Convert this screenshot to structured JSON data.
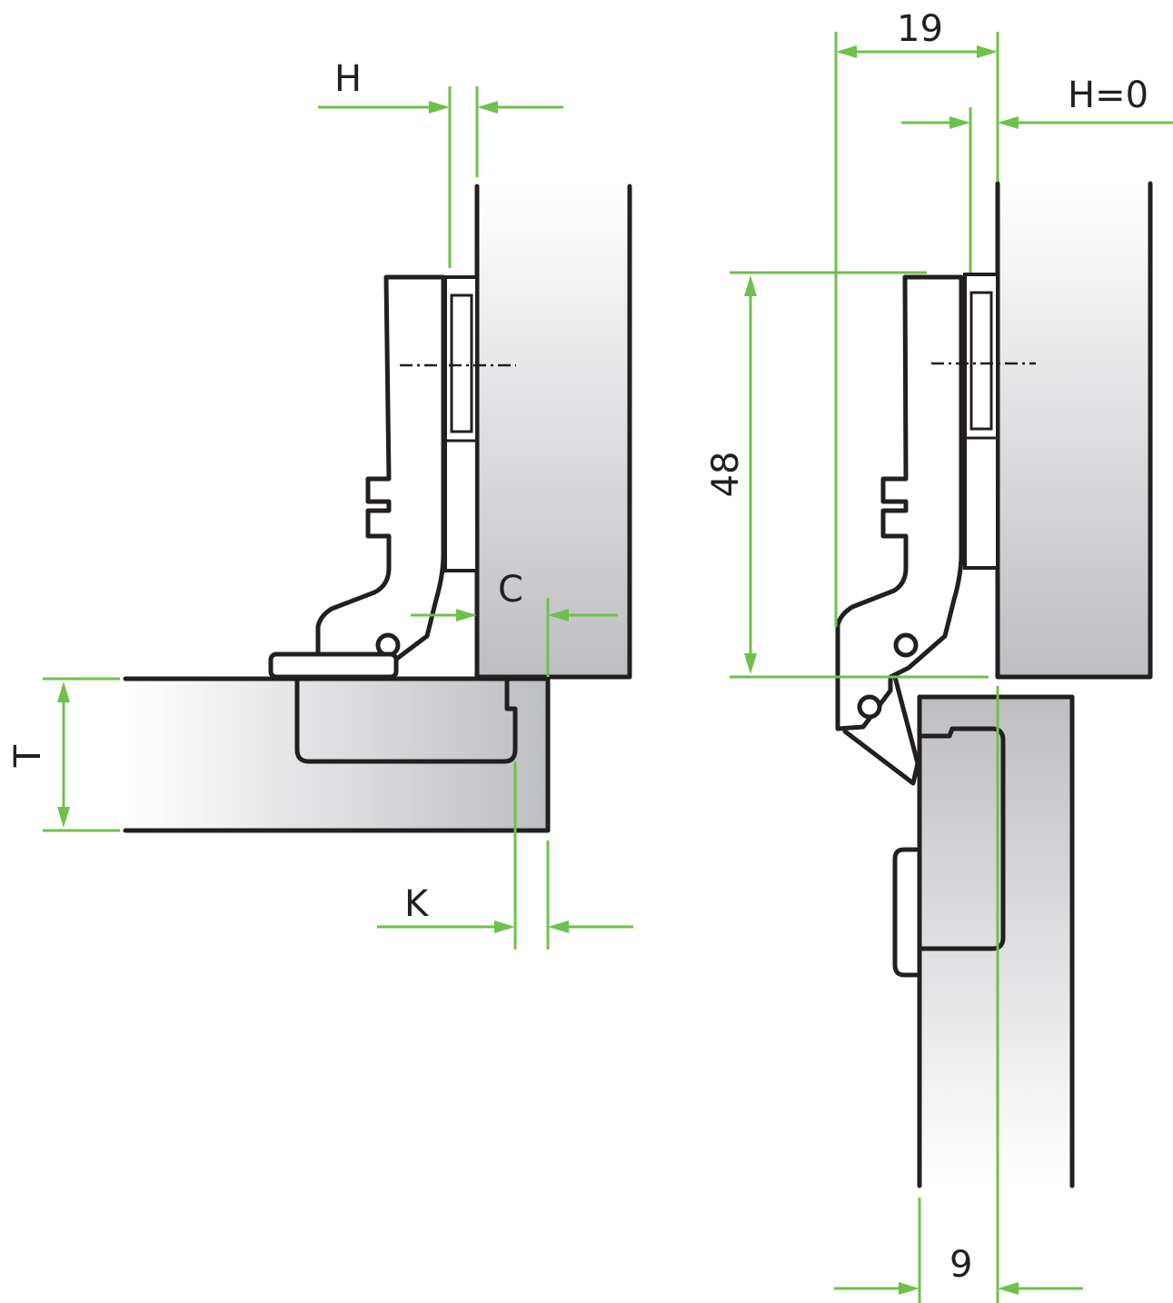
{
  "diagram": {
    "left_view": {
      "labels": {
        "h": "H",
        "c": "C",
        "t": "T",
        "k": "K"
      }
    },
    "right_view": {
      "labels": {
        "overlay_width": "19",
        "h_zero": "H=0",
        "cup_distance": "48",
        "door_offset": "9"
      }
    },
    "colors": {
      "dimension": "#6cc24a",
      "outline": "#231f20",
      "panel_light": "#f7f7f8",
      "panel_dark": "#bdbec2"
    }
  }
}
